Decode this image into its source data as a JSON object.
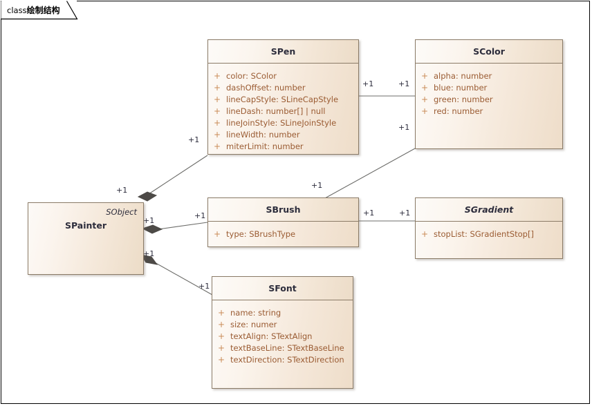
{
  "frame": {
    "tab_keyword": "class",
    "tab_title": "绘制结构"
  },
  "colors": {
    "box_border": "#8a7a66",
    "box_fill_light": "#fdfaf7",
    "box_fill_dark": "#eeddc9",
    "attribute_text": "#9a5b32",
    "visibility_text": "#c98a55",
    "title_text": "#2d2d3c",
    "connector": "#6b6b68",
    "diamond": "#4d4a47",
    "frame_border": "#000000"
  },
  "classes": [
    {
      "id": "spainter",
      "name": "SPainter",
      "stereotype": "SObject",
      "abstract": false,
      "compartments": false,
      "attributes": []
    },
    {
      "id": "spen",
      "name": "SPen",
      "abstract": false,
      "compartments": true,
      "attributes": [
        {
          "visibility": "+",
          "signature": "color: SColor"
        },
        {
          "visibility": "+",
          "signature": "dashOffset: number"
        },
        {
          "visibility": "+",
          "signature": "lineCapStyle: SLineCapStyle"
        },
        {
          "visibility": "+",
          "signature": "lineDash: number[] | null"
        },
        {
          "visibility": "+",
          "signature": "lineJoinStyle: SLineJoinStyle"
        },
        {
          "visibility": "+",
          "signature": "lineWidth: number"
        },
        {
          "visibility": "+",
          "signature": "miterLimit: number"
        }
      ]
    },
    {
      "id": "scolor",
      "name": "SColor",
      "abstract": false,
      "compartments": true,
      "attributes": [
        {
          "visibility": "+",
          "signature": "alpha: number"
        },
        {
          "visibility": "+",
          "signature": "blue: number"
        },
        {
          "visibility": "+",
          "signature": "green: number"
        },
        {
          "visibility": "+",
          "signature": "red: number"
        }
      ]
    },
    {
      "id": "sbrush",
      "name": "SBrush",
      "abstract": false,
      "compartments": true,
      "attributes": [
        {
          "visibility": "+",
          "signature": "type: SBrushType"
        }
      ]
    },
    {
      "id": "sgradient",
      "name": "SGradient",
      "abstract": true,
      "compartments": true,
      "attributes": [
        {
          "visibility": "+",
          "signature": "stopList: SGradientStop[]"
        }
      ]
    },
    {
      "id": "sfont",
      "name": "SFont",
      "abstract": false,
      "compartments": true,
      "attributes": [
        {
          "visibility": "+",
          "signature": "name: string"
        },
        {
          "visibility": "+",
          "signature": "size: numer"
        },
        {
          "visibility": "+",
          "signature": "textAlign: STextAlign"
        },
        {
          "visibility": "+",
          "signature": "textBaseLine: STextBaseLine"
        },
        {
          "visibility": "+",
          "signature": "textDirection: STextDirection"
        }
      ]
    }
  ],
  "relations": [
    {
      "id": "painter-pen",
      "type": "aggregation",
      "from": "SPainter",
      "to": "SPen",
      "from_mult": "+1",
      "to_mult": "+1"
    },
    {
      "id": "painter-brush",
      "type": "aggregation",
      "from": "SPainter",
      "to": "SBrush",
      "from_mult": "+1",
      "to_mult": "+1"
    },
    {
      "id": "painter-font",
      "type": "aggregation",
      "from": "SPainter",
      "to": "SFont",
      "from_mult": "+1",
      "to_mult": "+1"
    },
    {
      "id": "pen-color",
      "type": "association",
      "from": "SPen",
      "to": "SColor",
      "from_mult": "+1",
      "to_mult": "+1"
    },
    {
      "id": "brush-color",
      "type": "association",
      "from": "SBrush",
      "to": "SColor",
      "from_mult": "+1",
      "to_mult": "+1"
    },
    {
      "id": "brush-gradient",
      "type": "association",
      "from": "SBrush",
      "to": "SGradient",
      "from_mult": "+1",
      "to_mult": "+1"
    }
  ],
  "multiplicity_labels": [
    {
      "id": "m-painter-pen-near",
      "text": "+1"
    },
    {
      "id": "m-painter-pen-far",
      "text": "+1"
    },
    {
      "id": "m-painter-brush-near",
      "text": "+1"
    },
    {
      "id": "m-painter-brush-far",
      "text": "+1"
    },
    {
      "id": "m-painter-font-near",
      "text": "+1"
    },
    {
      "id": "m-painter-font-far",
      "text": "+1"
    },
    {
      "id": "m-pen-color-left",
      "text": "+1"
    },
    {
      "id": "m-pen-color-right",
      "text": "+1"
    },
    {
      "id": "m-brush-color-bottom",
      "text": "+1"
    },
    {
      "id": "m-brush-color-top",
      "text": "+1"
    },
    {
      "id": "m-brush-grad-left",
      "text": "+1"
    },
    {
      "id": "m-brush-grad-right",
      "text": "+1"
    }
  ]
}
